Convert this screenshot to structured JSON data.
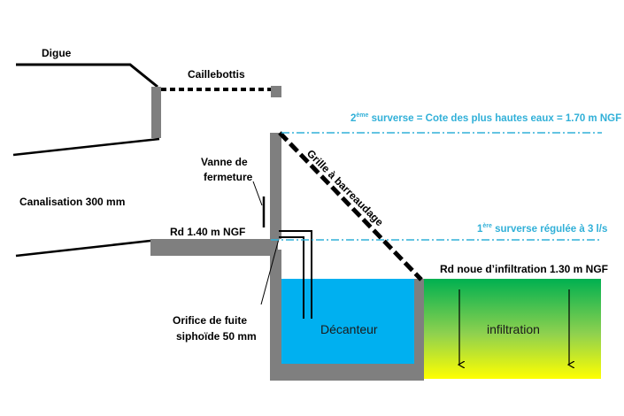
{
  "labels": {
    "digue": "Digue",
    "caillebottis": "Caillebottis",
    "canalisation": "Canalisation 300 mm",
    "vanne_line1": "Vanne de",
    "vanne_line2": "fermeture",
    "rd_canal": "Rd 1.40 m NGF",
    "grille": "Grille à barreaudage",
    "surverse2_sup": "ème",
    "surverse2_num": "2",
    "surverse2_text": " surverse = Cote des plus hautes eaux = 1.70 m NGF",
    "surverse1_num": "1",
    "surverse1_sup": "ère",
    "surverse1_text": " surverse régulée à 3 l/s",
    "rd_noue": "Rd noue d’infiltration 1.30 m NGF",
    "orifice_line1": "Orifice de fuite",
    "orifice_line2": "siphoïde 50 mm",
    "decanteur": "Décanteur",
    "infiltration": "infiltration"
  },
  "colors": {
    "structure": "#7f7f7f",
    "water": "#00b0f0",
    "level_line": "#31b0d8",
    "level_text": "#31b0d8",
    "grass_top": "#00b050",
    "grass_bottom": "#ffff00",
    "ink": "#000000"
  }
}
